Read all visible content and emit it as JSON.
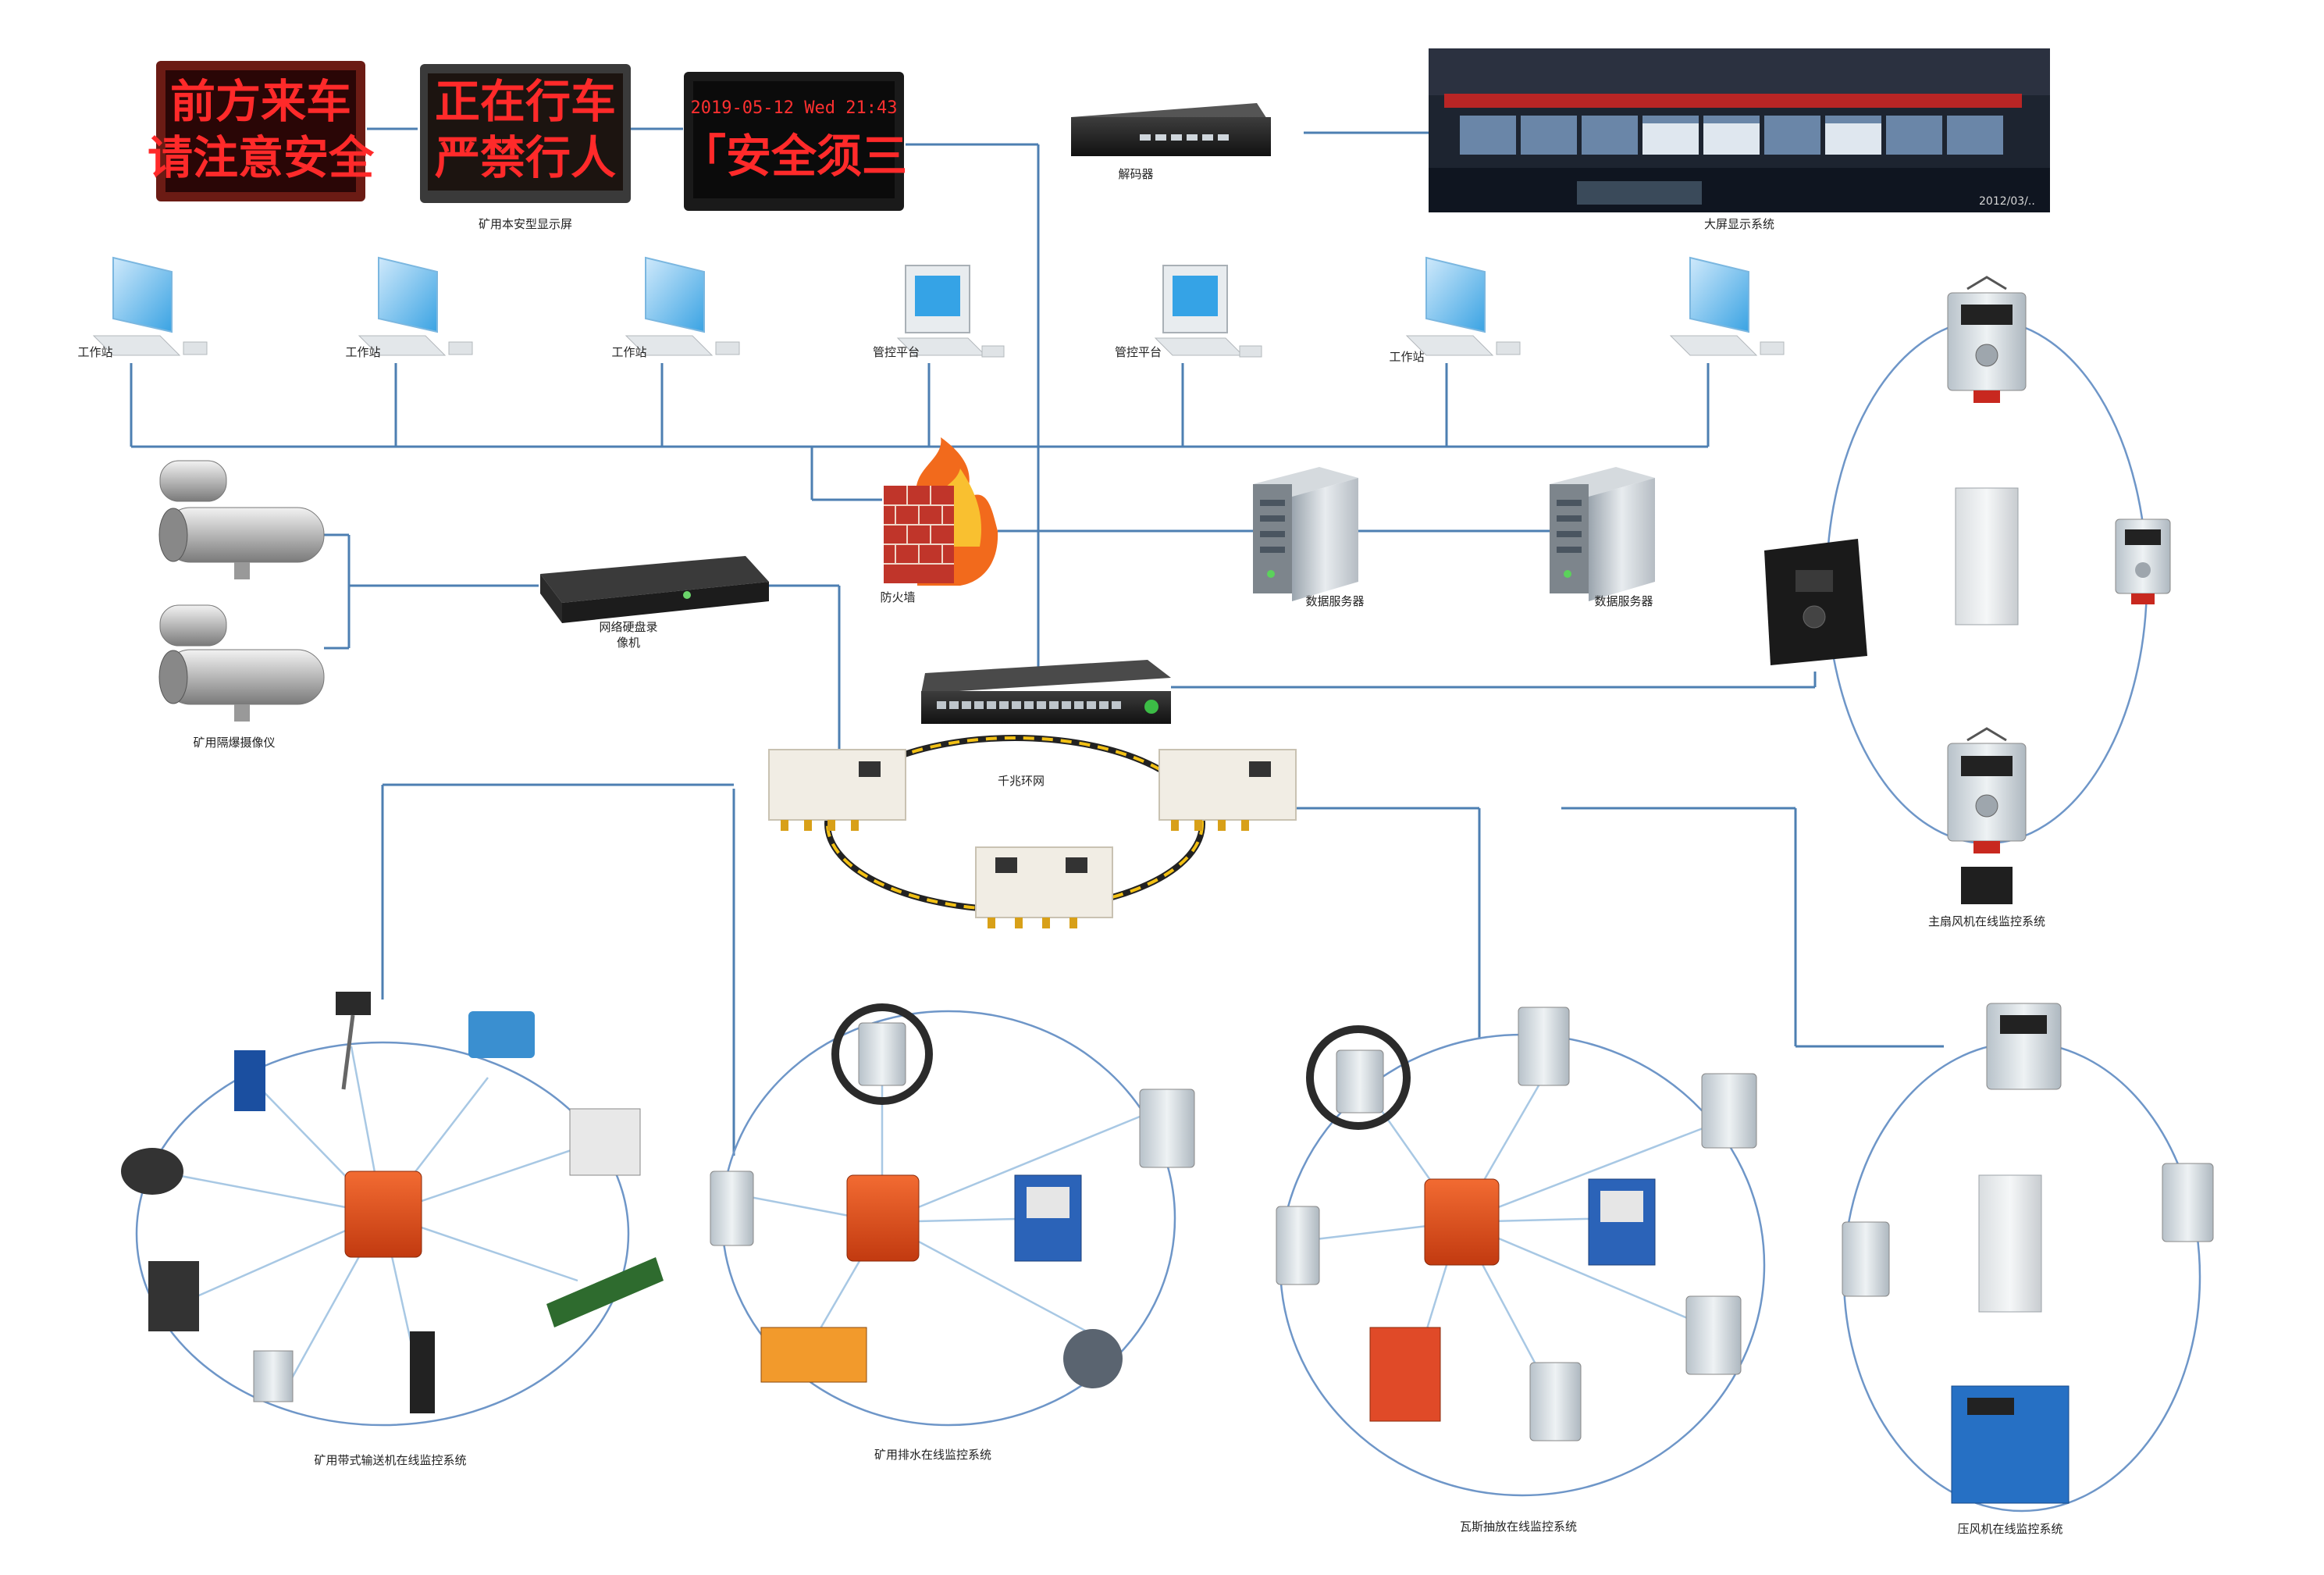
{
  "labels": {
    "led_display": "矿用本安型显示屏",
    "decoder": "解码器",
    "video_wall": "大屏显示系统",
    "workstation": "工作站",
    "control_platform": "管控平台",
    "firewall": "防火墙",
    "data_server": "数据服务器",
    "nvr_line1": "网络硬盘录",
    "nvr_line2": "像机",
    "camera": "矿用隔爆摄像仪",
    "gigabit_ring": "千兆环网",
    "main_fan": "主扇风机在线监控系统",
    "belt_conveyor": "矿用带式输送机在线监控系统",
    "drainage": "矿用排水在线监控系统",
    "gas_drainage": "瓦斯抽放在线监控系统",
    "air_compressor": "压风机在线监控系统"
  },
  "led_panels": [
    {
      "line1": "前方来车",
      "line2": "请注意安全"
    },
    {
      "line1": "正在行车",
      "line2": "严禁行人"
    },
    {
      "line1": "2019-05-12 Wed 21:43",
      "line2": "「安全须三"
    }
  ],
  "video_wall_stamp": "2012/03/..",
  "colors": {
    "wire": "#4d7fb2",
    "ring_blue": "#6e96c8",
    "spoke": "#a8c8e4",
    "led_red": "#ff2a2a",
    "device_orange": "#e24b1c",
    "ring_cable": "#f2c014"
  }
}
